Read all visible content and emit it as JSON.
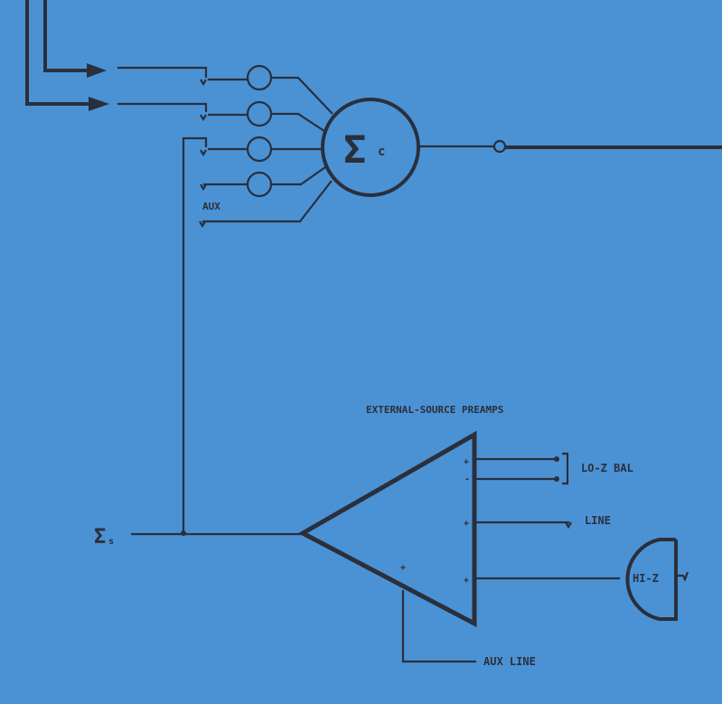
{
  "diagram": {
    "mixer_symbol": "Σ",
    "mixer_subscript": "c",
    "aux_label": "AUX",
    "source_symbol": "Σ",
    "source_subscript": "s",
    "preamp_title": "EXTERNAL-SOURCE PREAMPS",
    "inputs": {
      "lo_z_bal": "LO-Z BAL",
      "line": "LINE",
      "hi_z": "HI-Z",
      "aux_line": "AUX LINE"
    },
    "polarity": {
      "plus": "+",
      "minus": "-"
    },
    "colors": {
      "paper": "#4b92d4",
      "ink": "#2a2f3c"
    }
  }
}
